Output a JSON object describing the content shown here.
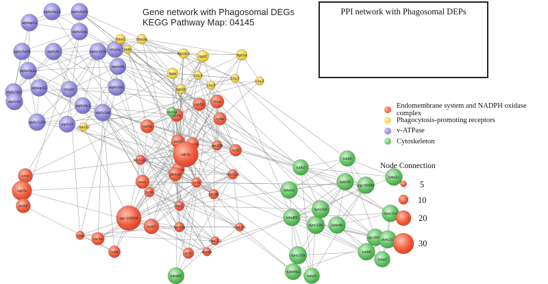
{
  "title": {
    "line1": "Gene network with Phagosomal DEGs",
    "line2": "KEGG Pathway Map: 04145"
  },
  "inset": {
    "title": "PPI network with Phagosomal DEPs"
  },
  "colors": {
    "endomembrane": "#f0583a",
    "receptor": "#f2cf3a",
    "vatpase": "#8f86d9",
    "cytoskeleton": "#5cc15c",
    "edge": "#8c8c8c"
  },
  "legend": [
    {
      "label": "Endomembrane system and NADPH oxidase complex",
      "group": "endomembrane"
    },
    {
      "label": "Phagocytosis-promoting receptors",
      "group": "receptor"
    },
    {
      "label": "v-ATPase",
      "group": "vatpase"
    },
    {
      "label": "Cytoskeleton",
      "group": "cytoskeleton"
    }
  ],
  "node_connection": {
    "title": "Node Connection",
    "items": [
      {
        "label": "5",
        "value": 5
      },
      {
        "label": "10",
        "value": 10
      },
      {
        "label": "20",
        "value": 20
      },
      {
        "label": "30",
        "value": 30
      }
    ]
  },
  "nodes": [
    {
      "id": "atp6v0a1a",
      "group": "vatpase",
      "size": 12
    },
    {
      "id": "atp6v0a1b",
      "group": "vatpase",
      "size": 12
    },
    {
      "id": "atp6ap1a",
      "group": "vatpase",
      "size": 12
    },
    {
      "id": "atp6v0a2b",
      "group": "vatpase",
      "size": 12
    },
    {
      "id": "atp6v0c",
      "group": "vatpase",
      "size": 12
    },
    {
      "id": "atp6v1aa",
      "group": "vatpase",
      "size": 12
    },
    {
      "id": "atp6v1e1b",
      "group": "vatpase",
      "size": 12
    },
    {
      "id": "tcirg1a",
      "group": "vatpase",
      "size": 11
    },
    {
      "id": "atp6v0b",
      "group": "vatpase",
      "size": 11
    },
    {
      "id": "atp6v0a2a",
      "group": "vatpase",
      "size": 12
    },
    {
      "id": "atp6v1b2",
      "group": "vatpase",
      "size": 12
    },
    {
      "id": "atp6ap1b",
      "group": "vatpase",
      "size": 12
    },
    {
      "id": "tcirg1b",
      "group": "vatpase",
      "size": 11
    },
    {
      "id": "atp6v0d1",
      "group": "vatpase",
      "size": 12
    },
    {
      "id": "atp6v1h",
      "group": "vatpase",
      "size": 12
    },
    {
      "id": "atp6v0e1",
      "group": "vatpase",
      "size": 11
    },
    {
      "id": "atp6v1ab",
      "group": "vatpase",
      "size": 12
    },
    {
      "id": "atp6v1c1b",
      "group": "vatpase",
      "size": 12
    },
    {
      "id": "atp6v1f",
      "group": "vatpase",
      "size": 11
    },
    {
      "id": "colec12",
      "group": "receptor",
      "size": 2
    },
    {
      "id": "thbs1",
      "group": "receptor",
      "size": 3
    },
    {
      "id": "thbs3a",
      "group": "receptor",
      "size": 3
    },
    {
      "id": "hbl4",
      "group": "receptor",
      "size": 2
    },
    {
      "id": "itgb1b.2",
      "group": "receptor",
      "size": 3
    },
    {
      "id": "itgb2",
      "group": "receptor",
      "size": 5
    },
    {
      "id": "itgb1a",
      "group": "receptor",
      "size": 4
    },
    {
      "id": "c3a.1",
      "group": "receptor",
      "size": 2
    },
    {
      "id": "c3a.2",
      "group": "receptor",
      "size": 2
    },
    {
      "id": "itgav",
      "group": "receptor",
      "size": 4
    },
    {
      "id": "c3a.3",
      "group": "receptor",
      "size": 2
    },
    {
      "id": "itgb1b",
      "group": "receptor",
      "size": 3
    },
    {
      "id": "c3a.5",
      "group": "receptor",
      "size": 2
    },
    {
      "id": "tfr1a",
      "group": "endomembrane",
      "size": 7
    },
    {
      "id": "rab5b",
      "group": "endomembrane",
      "size": 6
    },
    {
      "id": "rab5c",
      "group": "endomembrane",
      "size": 6
    },
    {
      "id": "coro1a",
      "group": "cytoskeleton",
      "size": 3
    },
    {
      "id": "cyba",
      "group": "endomembrane",
      "size": 6
    },
    {
      "id": "rab5a",
      "group": "endomembrane",
      "size": 7
    },
    {
      "id": "stx12",
      "group": "endomembrane",
      "size": 7
    },
    {
      "id": "sec61b",
      "group": "endomembrane",
      "size": 3
    },
    {
      "id": "rab5aa",
      "group": "endomembrane",
      "size": 6
    },
    {
      "id": "lamp1b",
      "group": "endomembrane",
      "size": 6
    },
    {
      "id": "ncf2",
      "group": "endomembrane",
      "size": 5
    },
    {
      "id": "sec61a1l",
      "group": "endomembrane",
      "size": 3
    },
    {
      "id": "eea1",
      "group": "endomembrane",
      "size": 7
    },
    {
      "id": "pikfyve",
      "group": "endomembrane",
      "size": 7
    },
    {
      "id": "rab7a",
      "group": "endomembrane",
      "size": 30
    },
    {
      "id": "ncf1",
      "group": "endomembrane",
      "size": 3
    },
    {
      "id": "sec61a1",
      "group": "endomembrane",
      "size": 3
    },
    {
      "id": "canx",
      "group": "endomembrane",
      "size": 8
    },
    {
      "id": "ncf4",
      "group": "endomembrane",
      "size": 3
    },
    {
      "id": "calr3b",
      "group": "endomembrane",
      "size": 3
    },
    {
      "id": "rab7b",
      "group": "endomembrane",
      "size": 17
    },
    {
      "id": "tap1",
      "group": "endomembrane",
      "size": 3
    },
    {
      "id": "actb2",
      "group": "endomembrane",
      "size": 8
    },
    {
      "id": "zgc:100918",
      "group": "endomembrane",
      "size": 29
    },
    {
      "id": "actb1",
      "group": "endomembrane",
      "size": 9
    },
    {
      "id": "sec61g",
      "group": "endomembrane",
      "size": 3
    },
    {
      "id": "ctsd.2.1",
      "group": "endomembrane",
      "size": 2
    },
    {
      "id": "ctsa",
      "group": "endomembrane",
      "size": 2
    },
    {
      "id": "rac1a",
      "group": "endomembrane",
      "size": 6
    },
    {
      "id": "ctsd.2.2",
      "group": "endomembrane",
      "size": 2
    },
    {
      "id": "cybb",
      "group": "endomembrane",
      "size": 5
    },
    {
      "id": "ncf1",
      "group": "endomembrane",
      "size": 4
    },
    {
      "id": "marco",
      "group": "endomembrane",
      "size": 2
    },
    {
      "id": "tuba8l2",
      "group": "cytoskeleton",
      "size": 11
    },
    {
      "id": "tubb2",
      "group": "cytoskeleton",
      "size": 10
    },
    {
      "id": "tubb2b",
      "group": "cytoskeleton",
      "size": 12
    },
    {
      "id": "tubb6",
      "group": "cytoskeleton",
      "size": 10
    },
    {
      "id": "tuba1c",
      "group": "cytoskeleton",
      "size": 12
    },
    {
      "id": "tuba1a",
      "group": "cytoskeleton",
      "size": 12
    },
    {
      "id": "zgc:65894",
      "group": "cytoskeleton",
      "size": 12
    },
    {
      "id": "dync1h1",
      "group": "cytoskeleton",
      "size": 12
    },
    {
      "id": "tuba8l3",
      "group": "cytoskeleton",
      "size": 12
    },
    {
      "id": "dync1i2b",
      "group": "cytoskeleton",
      "size": 13
    },
    {
      "id": "dync1li1",
      "group": "cytoskeleton",
      "size": 13
    },
    {
      "id": "zgc:55461",
      "group": "cytoskeleton",
      "size": 12
    },
    {
      "id": "dync1i1",
      "group": "cytoskeleton",
      "size": 13
    },
    {
      "id": "tubb4b",
      "group": "cytoskeleton",
      "size": 12
    },
    {
      "id": "dync1i2a",
      "group": "cytoskeleton",
      "size": 13
    },
    {
      "id": "tubb5",
      "group": "cytoskeleton",
      "size": 12
    },
    {
      "id": "tuba2",
      "group": "cytoskeleton",
      "size": 10
    },
    {
      "id": "tubb4b1",
      "group": "cytoskeleton",
      "size": 11
    },
    {
      "id": "tuba5",
      "group": "cytoskeleton",
      "size": 10
    }
  ]
}
